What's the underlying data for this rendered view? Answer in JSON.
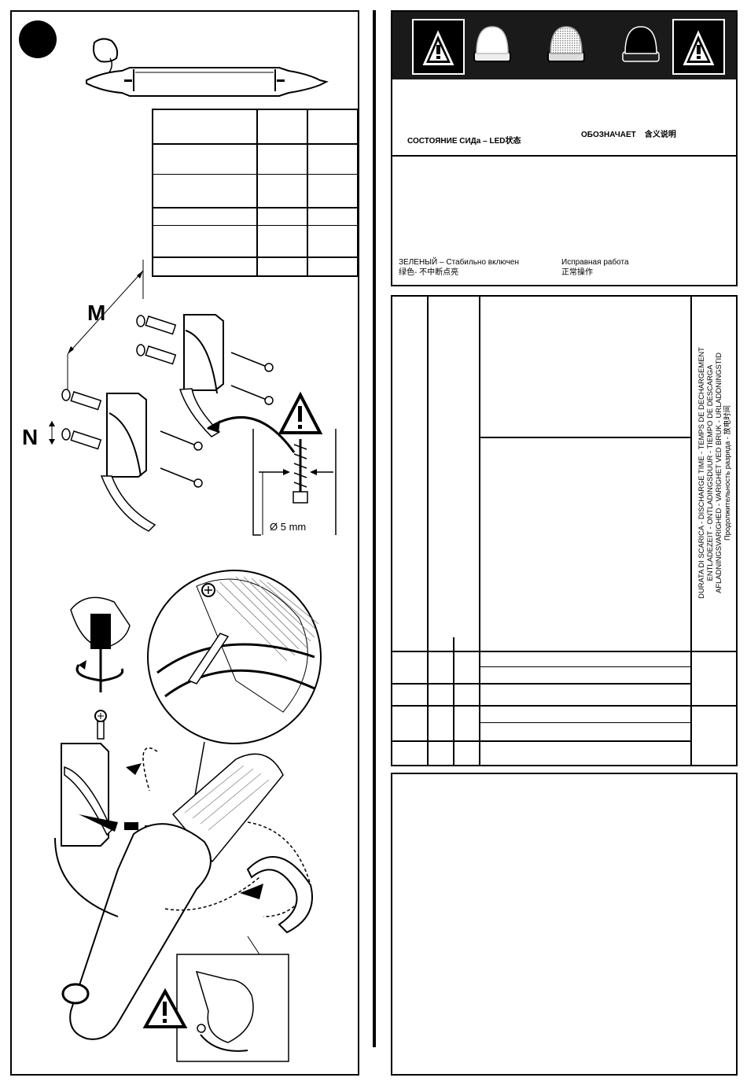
{
  "left_panel": {
    "step_number": "",
    "dimension_m": "M",
    "dimension_n": "N",
    "screw_diameter": "Ø 5 mm"
  },
  "led_panel": {
    "header_state": "СОСТОЯНИЕ СИДа – LED状态",
    "header_meaning": "ОБОЗНАЧАЕТ    含义说明",
    "row_state_ru": "ЗЕЛЕНЫЙ – Стабильно включен",
    "row_state_zh": "绿色-  不中断点亮",
    "row_meaning_ru": "Исправная работа",
    "row_meaning_zh": "正常操作"
  },
  "discharge_panel": {
    "vertical_label_lines": [
      "DURATA DI SCARICA - DISCHARGE TIME - TEMPS DE DECHARGEMENT",
      "ENTLADEZEIT - ONTLADINGSDUUR - TIEMPO DE DESCARGA",
      "AFLADNINGSVARIGHED - VARIGHET VED BRUK - URLADDNINGSTID",
      "Продолжительность разряда - 放电时间"
    ]
  },
  "colors": {
    "ink": "#000000",
    "paper": "#ffffff",
    "header_band": "#1a1a1a"
  }
}
